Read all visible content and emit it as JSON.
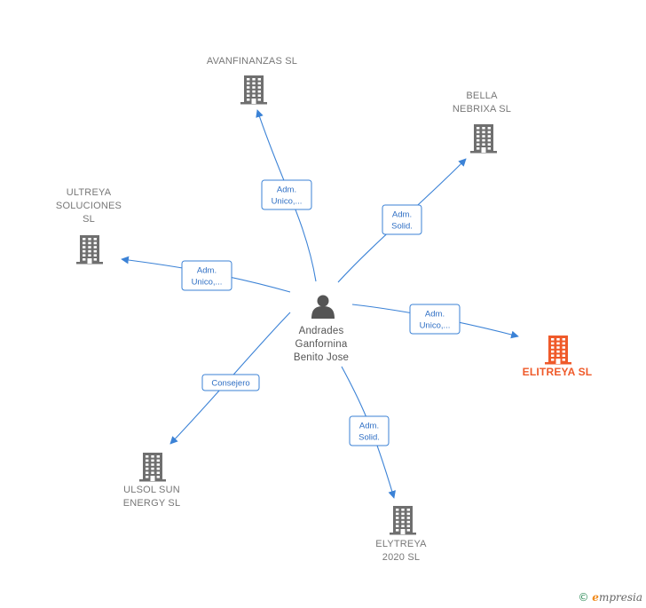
{
  "diagram": {
    "center": {
      "label_lines": [
        "Andrades",
        "Ganfornina",
        "Benito Jose"
      ]
    },
    "nodes": [
      {
        "id": "avanfinanzas",
        "label_lines": [
          "AVANFINANZAS SL"
        ],
        "highlight": false
      },
      {
        "id": "bella",
        "label_lines": [
          "BELLA",
          "NEBRIXA  SL"
        ],
        "highlight": false
      },
      {
        "id": "ultreya",
        "label_lines": [
          "ULTREYA",
          "SOLUCIONES",
          "SL"
        ],
        "highlight": false
      },
      {
        "id": "elitreya",
        "label_lines": [
          "ELITREYA  SL"
        ],
        "highlight": true
      },
      {
        "id": "ulsol",
        "label_lines": [
          "ULSOL SUN",
          "ENERGY  SL"
        ],
        "highlight": false
      },
      {
        "id": "elytreya",
        "label_lines": [
          "ELYTREYA",
          "2020  SL"
        ],
        "highlight": false
      }
    ],
    "edges": [
      {
        "to": "avanfinanzas",
        "label_lines": [
          "Adm.",
          "Unico,..."
        ]
      },
      {
        "to": "bella",
        "label_lines": [
          "Adm.",
          "Solid."
        ]
      },
      {
        "to": "ultreya",
        "label_lines": [
          "Adm.",
          "Unico,..."
        ]
      },
      {
        "to": "elitreya",
        "label_lines": [
          "Adm.",
          "Unico,..."
        ]
      },
      {
        "to": "ulsol",
        "label_lines": [
          "Consejero"
        ]
      },
      {
        "to": "elytreya",
        "label_lines": [
          "Adm.",
          "Solid."
        ]
      }
    ]
  },
  "colors": {
    "edge": "#3b82d6",
    "building": "#6f6f6f",
    "building_highlight": "#ef5a2a",
    "person": "#555555"
  },
  "watermark": {
    "symbol": "©",
    "brand_initial": "e",
    "brand_rest": "mpresia"
  }
}
